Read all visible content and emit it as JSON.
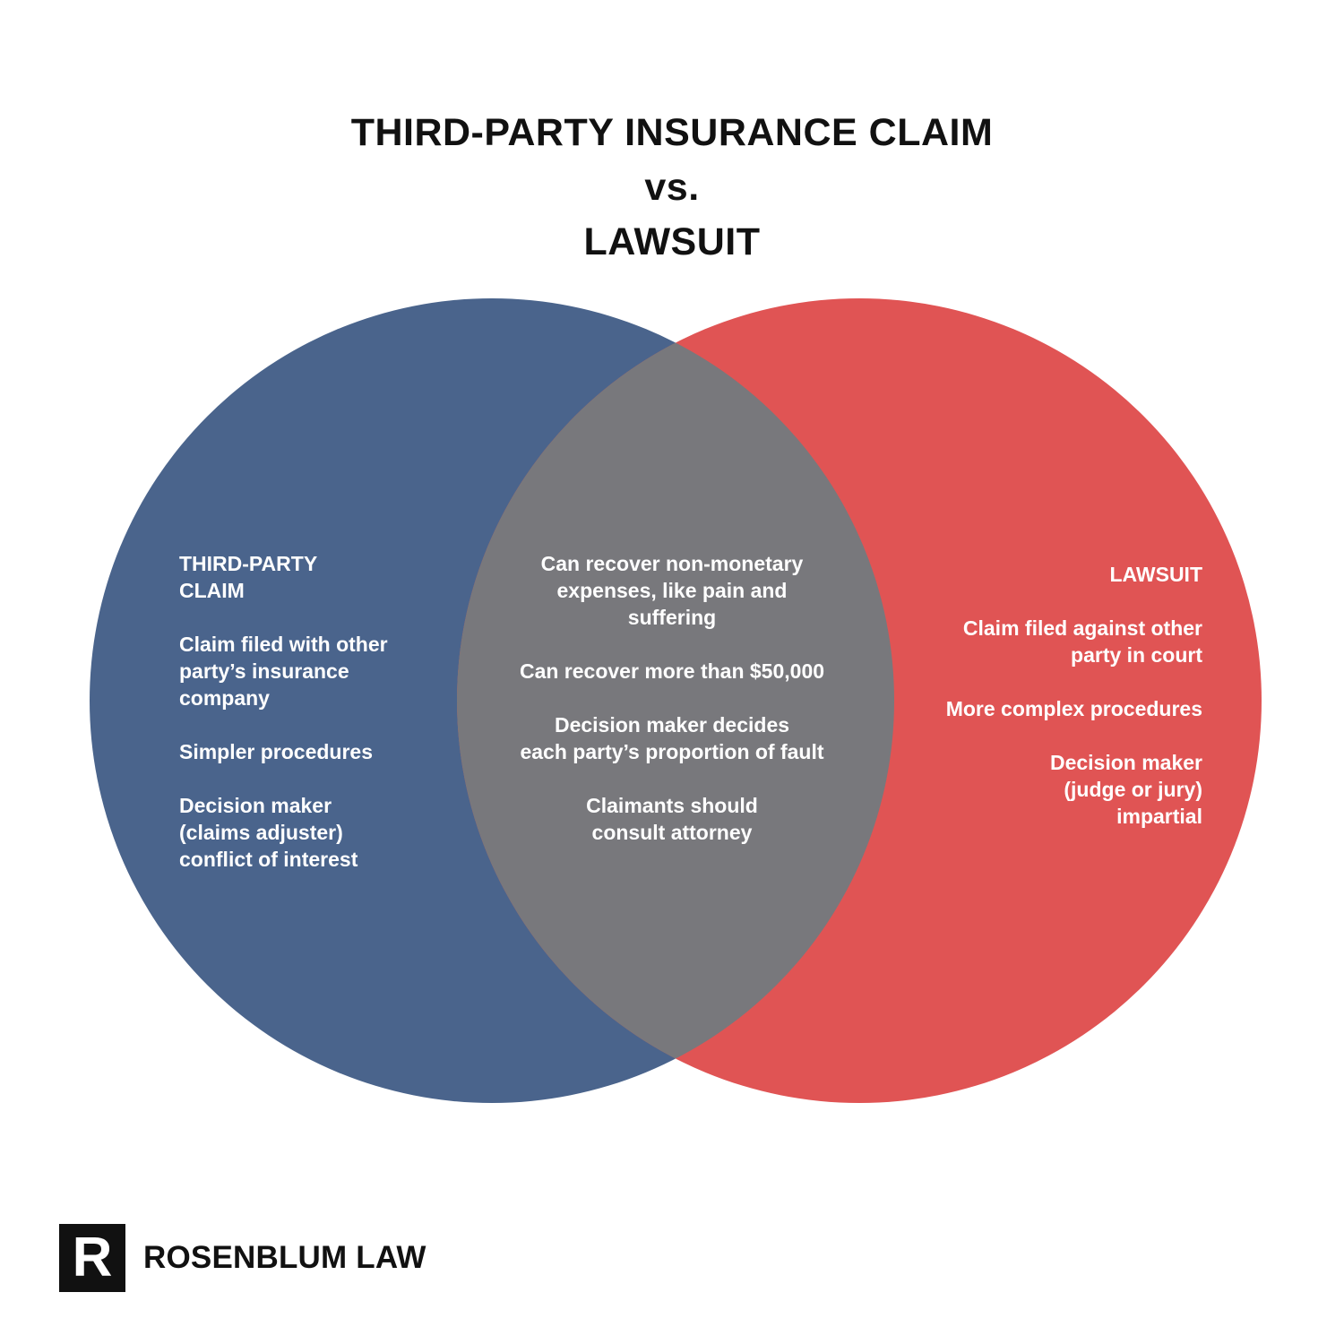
{
  "title": {
    "line1": "THIRD-PARTY INSURANCE CLAIM",
    "line2": "vs.",
    "line3": "LAWSUIT"
  },
  "colors": {
    "left_circle": "#4a648c",
    "right_circle": "#e05454",
    "overlap": "#78787c",
    "text": "#ffffff"
  },
  "venn": {
    "left": {
      "heading": "THIRD-PARTY\nCLAIM",
      "items": [
        "Claim filed with other\nparty’s insurance\ncompany",
        "Simpler procedures",
        "Decision maker\n(claims adjuster)\nconflict of interest"
      ]
    },
    "center": {
      "items": [
        "Can recover non-monetary\nexpenses, like pain and\nsuffering",
        "Can recover more than $50,000",
        "Decision maker decides\neach party’s proportion of fault",
        "Claimants should\nconsult attorney"
      ]
    },
    "right": {
      "heading": "LAWSUIT",
      "items": [
        "Claim filed against other\nparty in court",
        "More complex procedures",
        "Decision maker\n(judge or jury)\nimpartial"
      ]
    }
  },
  "logo": {
    "mark": "R",
    "name": "ROSENBLUM LAW"
  }
}
